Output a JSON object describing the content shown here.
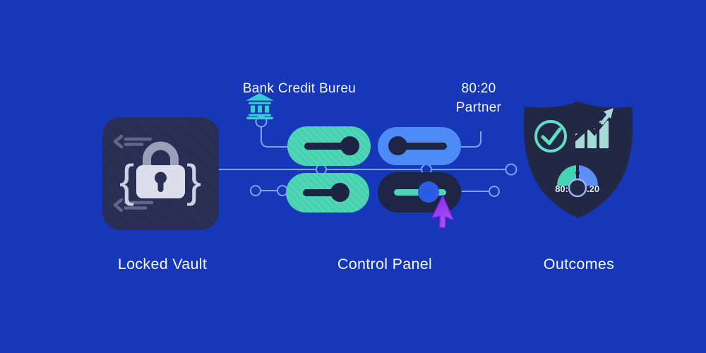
{
  "colors": {
    "background": "#1537b8",
    "teal": "#4dd7b6",
    "blue": "#4d8cf6",
    "dark_navy": "#1e2444",
    "vault_navy": "#2a2f55",
    "shield_navy": "#222844",
    "connector": "#7aa3f0",
    "text": "#f7f9ff",
    "lock_body": "#dcdfeb",
    "lock_shackle": "#9aa0b8",
    "lock_accent": "#cdd1e0",
    "code_arrow": "#8f95b4",
    "bank_teal": "#35ccd2",
    "check_teal": "#5fe0c4",
    "icon_pale_teal": "#a5dcd8",
    "gauge_teal": "#45d4b2",
    "gauge_blue": "#5c8ff6",
    "gauge_needle": "#1a2040",
    "hub_ring": "#9db4f4",
    "knob_blue": "#2b5ce5",
    "cursor_purple_1": "#8a33ef",
    "cursor_purple_2": "#b556f7",
    "cursor_edge": "#6d23d6",
    "gauge_left_text_color": "#dff7f1",
    "gauge_right_text_color": "#d9e6fd"
  },
  "nodes": {
    "vault": {
      "label": "Locked Vault"
    },
    "bank": {
      "label": "Bank Credit Bureu"
    },
    "partner": {
      "label_line1": "80:20",
      "label_line2": "Partner"
    },
    "control_panel": {
      "label": "Control Panel",
      "toggles": [
        {
          "name": "toggle-top-left",
          "variant": "teal",
          "state": "on"
        },
        {
          "name": "toggle-top-right",
          "variant": "blue",
          "state": "off"
        },
        {
          "name": "toggle-bottom-left",
          "variant": "teal",
          "state": "on"
        },
        {
          "name": "toggle-bottom-right",
          "variant": "dark",
          "state": "adjusting"
        }
      ]
    },
    "outcomes": {
      "label": "Outcomes",
      "gauge": {
        "left_text": "80:",
        "right_text": ".20"
      }
    }
  }
}
